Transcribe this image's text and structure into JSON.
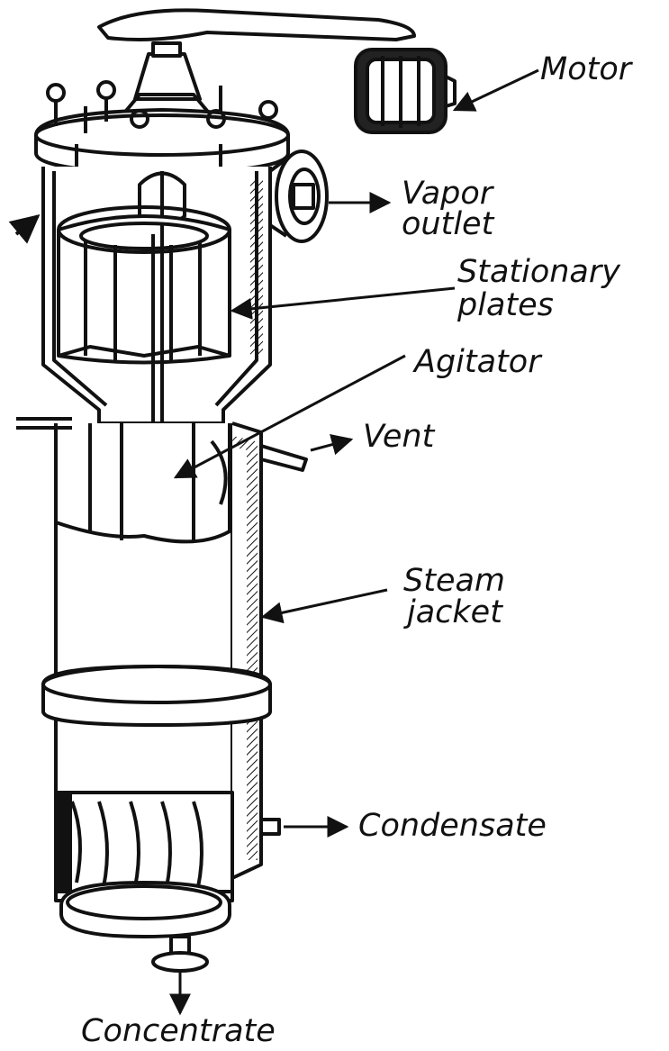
{
  "labels": {
    "motor": "Motor",
    "vapor_outlet_1": "Vapor",
    "vapor_outlet_2": "outlet",
    "stationary_plates_1": "Stationary",
    "stationary_plates_2": "plates",
    "agitator": "Agitator",
    "vent": "Vent",
    "steam_jacket_1": "Steam",
    "steam_jacket_2": "jacket",
    "condensate": "Condensate",
    "concentrate": "Concentrate"
  },
  "colors": {
    "ink": "#111111",
    "paper": "#ffffff",
    "shade": "#cfcfcf"
  }
}
